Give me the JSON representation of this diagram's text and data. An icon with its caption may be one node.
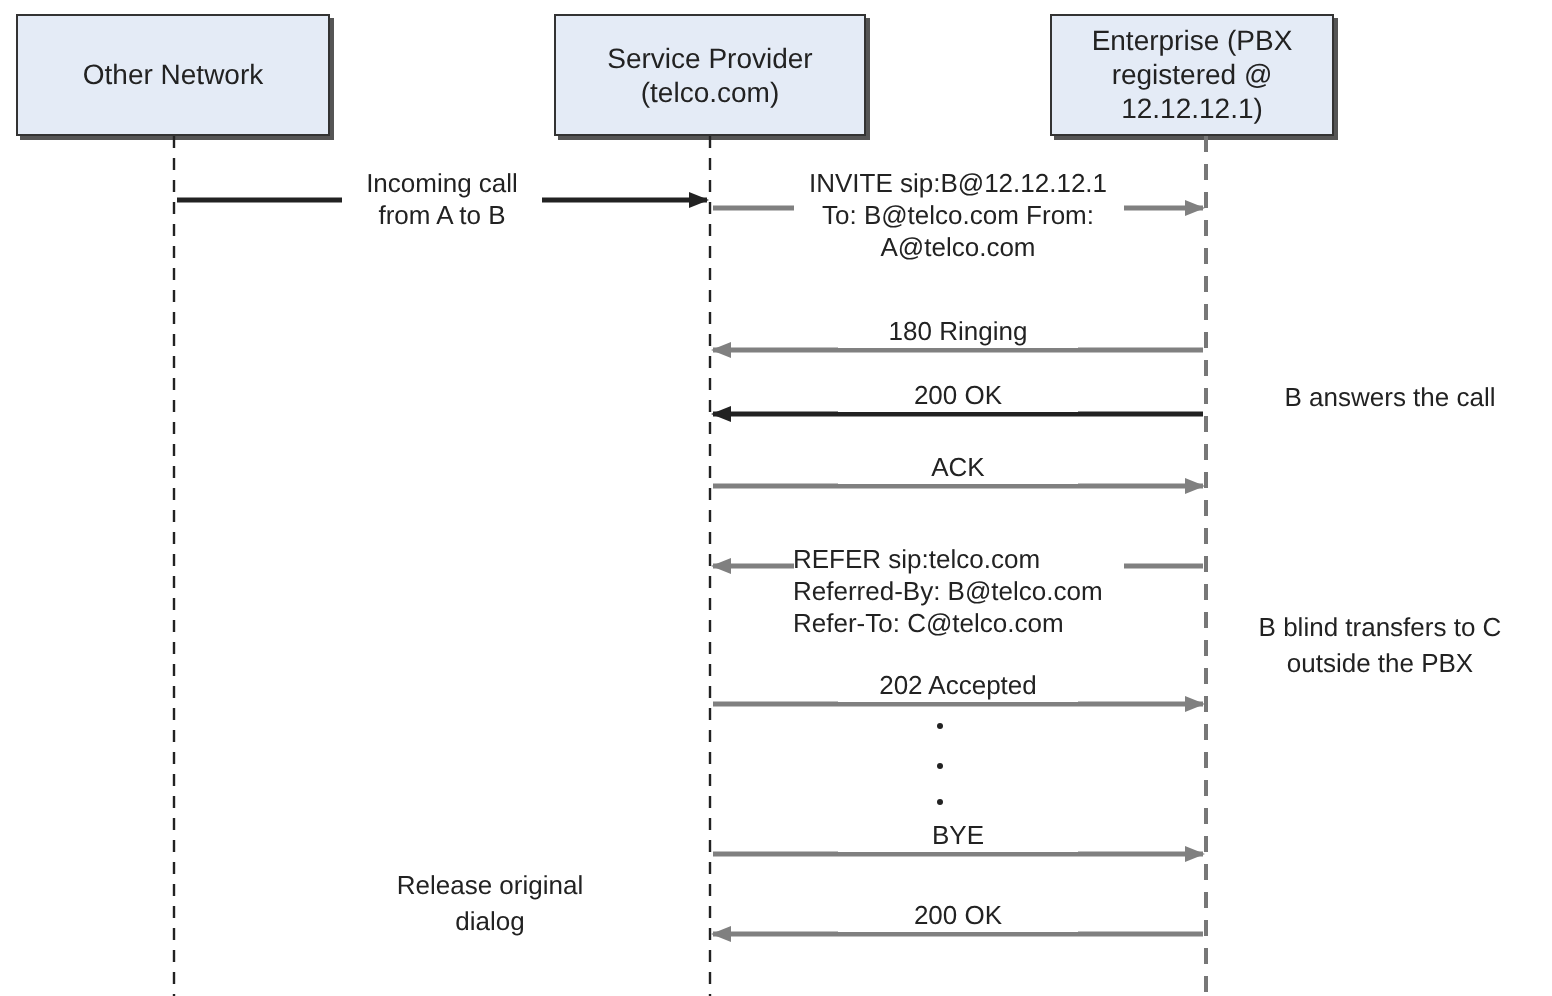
{
  "diagram": {
    "nodes": [
      {
        "text": [
          "Other Network"
        ]
      },
      {
        "text": [
          "Service Provider (telco.com)"
        ]
      },
      {
        "text": [
          "Enterprise (PBX registered @ 12.12.12.1)"
        ]
      },
      {
        "text": [],
        "shape": "line"
      },
      {
        "text": [],
        "shape": "line"
      },
      {
        "text": [],
        "shape": "line"
      }
    ],
    "edges": [
      {
        "from": 3,
        "to": 4,
        "arrow": "to",
        "label": "Incoming call from A to B",
        "color": "#222222"
      },
      {
        "from": 4,
        "to": 5,
        "arrow": "to",
        "label": "INVITE sip:B@12.12.12.1 To: B@telco.com From: A@telco.com"
      },
      {
        "from": 5,
        "to": 4,
        "arrow": "to",
        "label": "180 Ringing"
      },
      {
        "from": 5,
        "to": 4,
        "arrow": "to",
        "label": "200 OK",
        "color": "#222222"
      },
      {
        "from": 4,
        "to": 5,
        "arrow": "to",
        "label": "ACK"
      },
      {
        "from": 5,
        "to": 4,
        "arrow": "to",
        "label": "REFER sip:telco.com Referred-By: B@telco.com Refer-To: C@telco.com"
      },
      {
        "from": 4,
        "to": 5,
        "arrow": "to",
        "label": "202 Accepted"
      },
      {
        "from": 4,
        "to": 5,
        "arrow": "to",
        "label": "BYE"
      },
      {
        "from": 5,
        "to": 4,
        "arrow": "to",
        "label": "200 OK"
      }
    ],
    "labels": [
      "B answers the call",
      "B blind transfers to C outside the PBX",
      "Release original dialog"
    ]
  }
}
